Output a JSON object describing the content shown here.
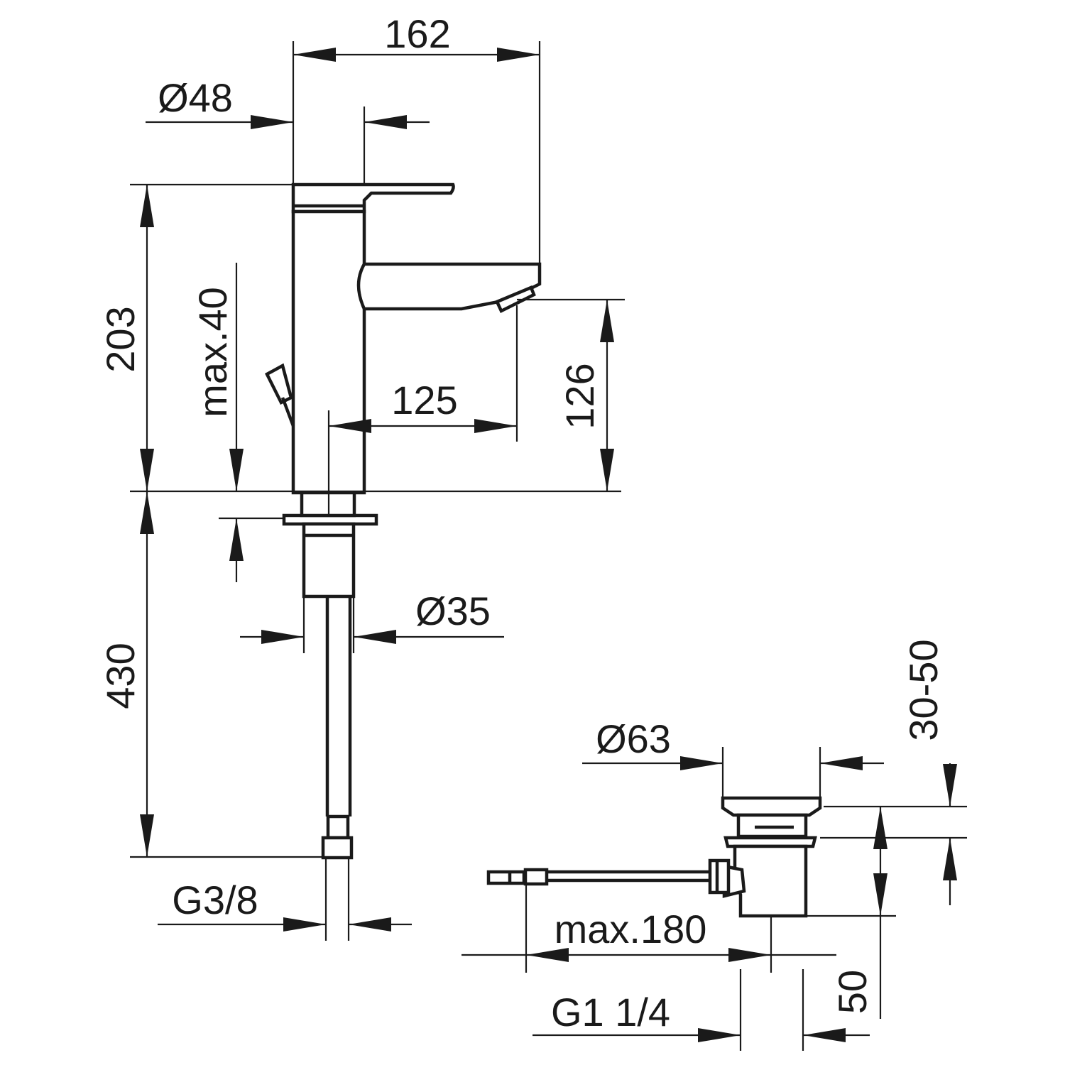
{
  "labels": {
    "width_overall": "162",
    "body_diameter": "Ø48",
    "height_total": "203",
    "deck_thickness": "max.40",
    "spout_reach": "125",
    "spout_height": "126",
    "shank_diameter": "Ø35",
    "hose_length": "430",
    "hose_connection": "G3/8",
    "plug_diameter": "Ø63",
    "plug_stroke": "30-50",
    "rod_length": "max.180",
    "waste_thread": "G1 1/4",
    "waste_height": "50"
  },
  "colors": {
    "line": "#1a1a1a",
    "background": "#ffffff"
  }
}
